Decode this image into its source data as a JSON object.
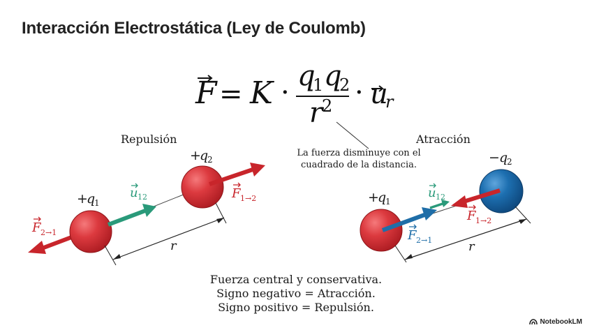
{
  "title": "Interacción Electrostática (Ley de Coulomb)",
  "formula": {
    "force_symbol": "F",
    "equals": "=",
    "constant": "K",
    "dot": "·",
    "numerator_q": "q",
    "sub_1": "1",
    "sub_2": "2",
    "denominator_base": "r",
    "denominator_exp": "2",
    "unit_vector": "u",
    "unit_vector_sub": "r"
  },
  "annotation": {
    "line1": "La fuerza disminuye con el",
    "line2": "cuadrado de la distancia."
  },
  "repulsion": {
    "heading": "Repulsión",
    "charge1": {
      "sign": "+",
      "symbol": "q",
      "sub": "1"
    },
    "charge2": {
      "sign": "+",
      "symbol": "q",
      "sub": "2"
    },
    "force_21": {
      "symbol": "F",
      "sub": "2→1"
    },
    "force_12": {
      "symbol": "F",
      "sub": "1→2"
    },
    "unit": {
      "symbol": "u",
      "sub": "12"
    },
    "distance": "r"
  },
  "attraction": {
    "heading": "Atracción",
    "charge1": {
      "sign": "+",
      "symbol": "q",
      "sub": "1"
    },
    "charge2": {
      "sign": "−",
      "symbol": "q",
      "sub": "2"
    },
    "force_21": {
      "symbol": "F",
      "sub": "2→1"
    },
    "force_12": {
      "symbol": "F",
      "sub": "1→2"
    },
    "unit": {
      "symbol": "u",
      "sub": "12"
    },
    "distance": "r"
  },
  "caption": {
    "line1": "Fuerza central y conservativa.",
    "line2": "Signo negativo = Atracción.",
    "line3": "Signo positivo = Repulsión."
  },
  "brand": "NotebookLM",
  "colors": {
    "positive_charge": "#d8363b",
    "negative_charge": "#1d6fb0",
    "force_arrow": "#c8252b",
    "unit_vector_repulsion": "#2a9a7a",
    "unit_vector_attraction": "#1f6ea8"
  }
}
